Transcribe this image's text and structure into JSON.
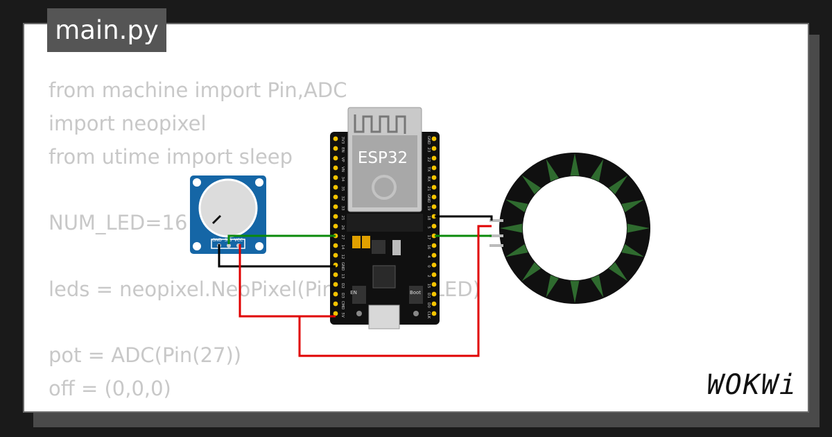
{
  "file_tab": {
    "label": "main.py"
  },
  "code_lines": [
    "from machine import Pin,ADC",
    "import neopixel",
    "from utime import sleep",
    "",
    "NUM_LED=16",
    "",
    "leds = neopixel.NeoPixel(Pin(5), NUM_LED)",
    "",
    "pot = ADC(Pin(27))",
    "off = (0,0,0)"
  ],
  "potentiometer": {
    "pins": [
      "GND",
      "SIG",
      "VCC"
    ]
  },
  "esp32": {
    "label": "ESP32",
    "buttons": [
      "EN",
      "Boot"
    ],
    "left_pins": [
      "3V3",
      "EN",
      "VP",
      "VN",
      "34",
      "35",
      "32",
      "33",
      "25",
      "26",
      "27",
      "14",
      "12",
      "GND",
      "13",
      "D2",
      "D3",
      "CMD",
      "5V"
    ],
    "right_pins": [
      "GND",
      "23",
      "22",
      "TX",
      "RX",
      "21",
      "GND",
      "19",
      "18",
      "5",
      "17",
      "16",
      "4",
      "0",
      "2",
      "15",
      "D1",
      "D0",
      "CLK"
    ]
  },
  "neopixel_ring": {
    "led_count": 16
  },
  "colors": {
    "wire_green": "#0a8a0a",
    "wire_red": "#e00000",
    "wire_black": "#000000",
    "pot_board": "#1566a6",
    "ring_led": "#2f6b2f"
  },
  "brand": {
    "label": "WOKWi"
  }
}
